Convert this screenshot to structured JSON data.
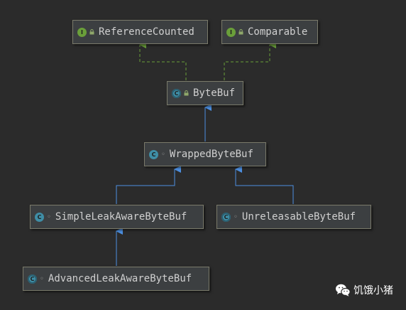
{
  "diagram": {
    "nodes": {
      "reference_counted": {
        "label": "ReferenceCounted",
        "kind": "interface"
      },
      "comparable": {
        "label": "Comparable",
        "kind": "interface"
      },
      "bytebuf": {
        "label": "ByteBuf",
        "kind": "abstract-class"
      },
      "wrapped_bytebuf": {
        "label": "WrappedByteBuf",
        "kind": "class"
      },
      "simple_leak_aware": {
        "label": "SimpleLeakAwareByteBuf",
        "kind": "class"
      },
      "unreleasable": {
        "label": "UnreleasableByteBuf",
        "kind": "class"
      },
      "advanced_leak_aware": {
        "label": "AdvancedLeakAwareByteBuf",
        "kind": "class"
      }
    },
    "edges": [
      {
        "from": "bytebuf",
        "to": "reference_counted",
        "type": "implements"
      },
      {
        "from": "bytebuf",
        "to": "comparable",
        "type": "implements"
      },
      {
        "from": "wrapped_bytebuf",
        "to": "bytebuf",
        "type": "extends"
      },
      {
        "from": "simple_leak_aware",
        "to": "wrapped_bytebuf",
        "type": "extends"
      },
      {
        "from": "unreleasable",
        "to": "wrapped_bytebuf",
        "type": "extends"
      },
      {
        "from": "advanced_leak_aware",
        "to": "simple_leak_aware",
        "type": "extends"
      }
    ],
    "colors": {
      "implements_edge": "#6a9f3a",
      "extends_edge": "#4d8fe0",
      "node_background": "#3c3f41",
      "canvas_background": "#2b2b2b"
    }
  },
  "badges": {
    "interface": "I",
    "class": "C"
  },
  "watermark": {
    "text": "饥饿小猪",
    "icon": "wechat-icon"
  }
}
